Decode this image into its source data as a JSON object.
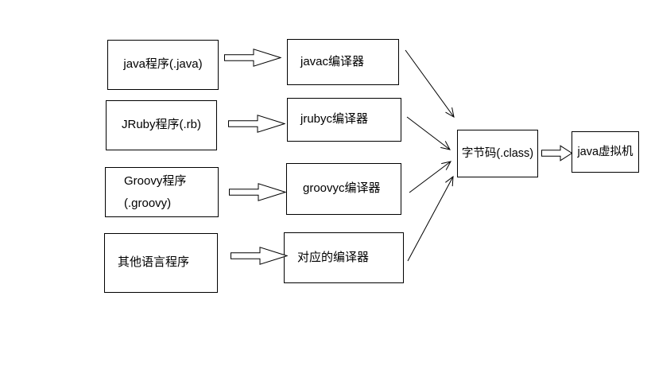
{
  "diagram": {
    "title": "",
    "source_boxes": [
      {
        "label": "java程序(.java)"
      },
      {
        "label": "JRuby程序(.rb)"
      },
      {
        "label": "Groovy程序\n(.groovy)"
      },
      {
        "label": "其他语言程序"
      }
    ],
    "compiler_boxes": [
      {
        "label": "javac编译器"
      },
      {
        "label": "jrubyc编译器"
      },
      {
        "label": "groovyc编译器"
      },
      {
        "label": "对应的编译器"
      }
    ],
    "bytecode_box": {
      "label": "字节码(.class)"
    },
    "jvm_box": {
      "label": "java虚拟机"
    },
    "colors": {
      "line": "#000000",
      "box_border": "#000000",
      "box_fill": "#ffffff",
      "text": "#000000",
      "background": "#ffffff"
    }
  }
}
